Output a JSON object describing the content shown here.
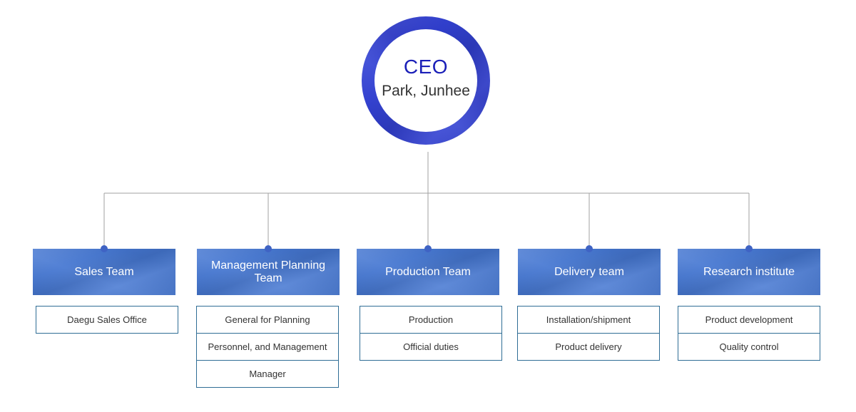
{
  "ceo": {
    "title": "CEO",
    "name": "Park, Junhee"
  },
  "departments": [
    {
      "name": "Sales Team",
      "subunits": [
        "Daegu Sales Office"
      ]
    },
    {
      "name": "Management Planning Team",
      "subunits": [
        "General for Planning",
        "Personnel, and Management",
        "Manager"
      ]
    },
    {
      "name": "Production Team",
      "subunits": [
        "Production",
        "Official duties"
      ]
    },
    {
      "name": "Delivery team",
      "subunits": [
        "Installation/shipment",
        "Product delivery"
      ]
    },
    {
      "name": "Research institute",
      "subunits": [
        "Product development",
        "Quality control"
      ]
    }
  ],
  "colors": {
    "ceo_ring": "#3240d0",
    "ceo_title": "#1a1fb8",
    "dept_header": "#4577d2",
    "sub_border": "#2f6d95",
    "connector": "#a0a0a0"
  }
}
